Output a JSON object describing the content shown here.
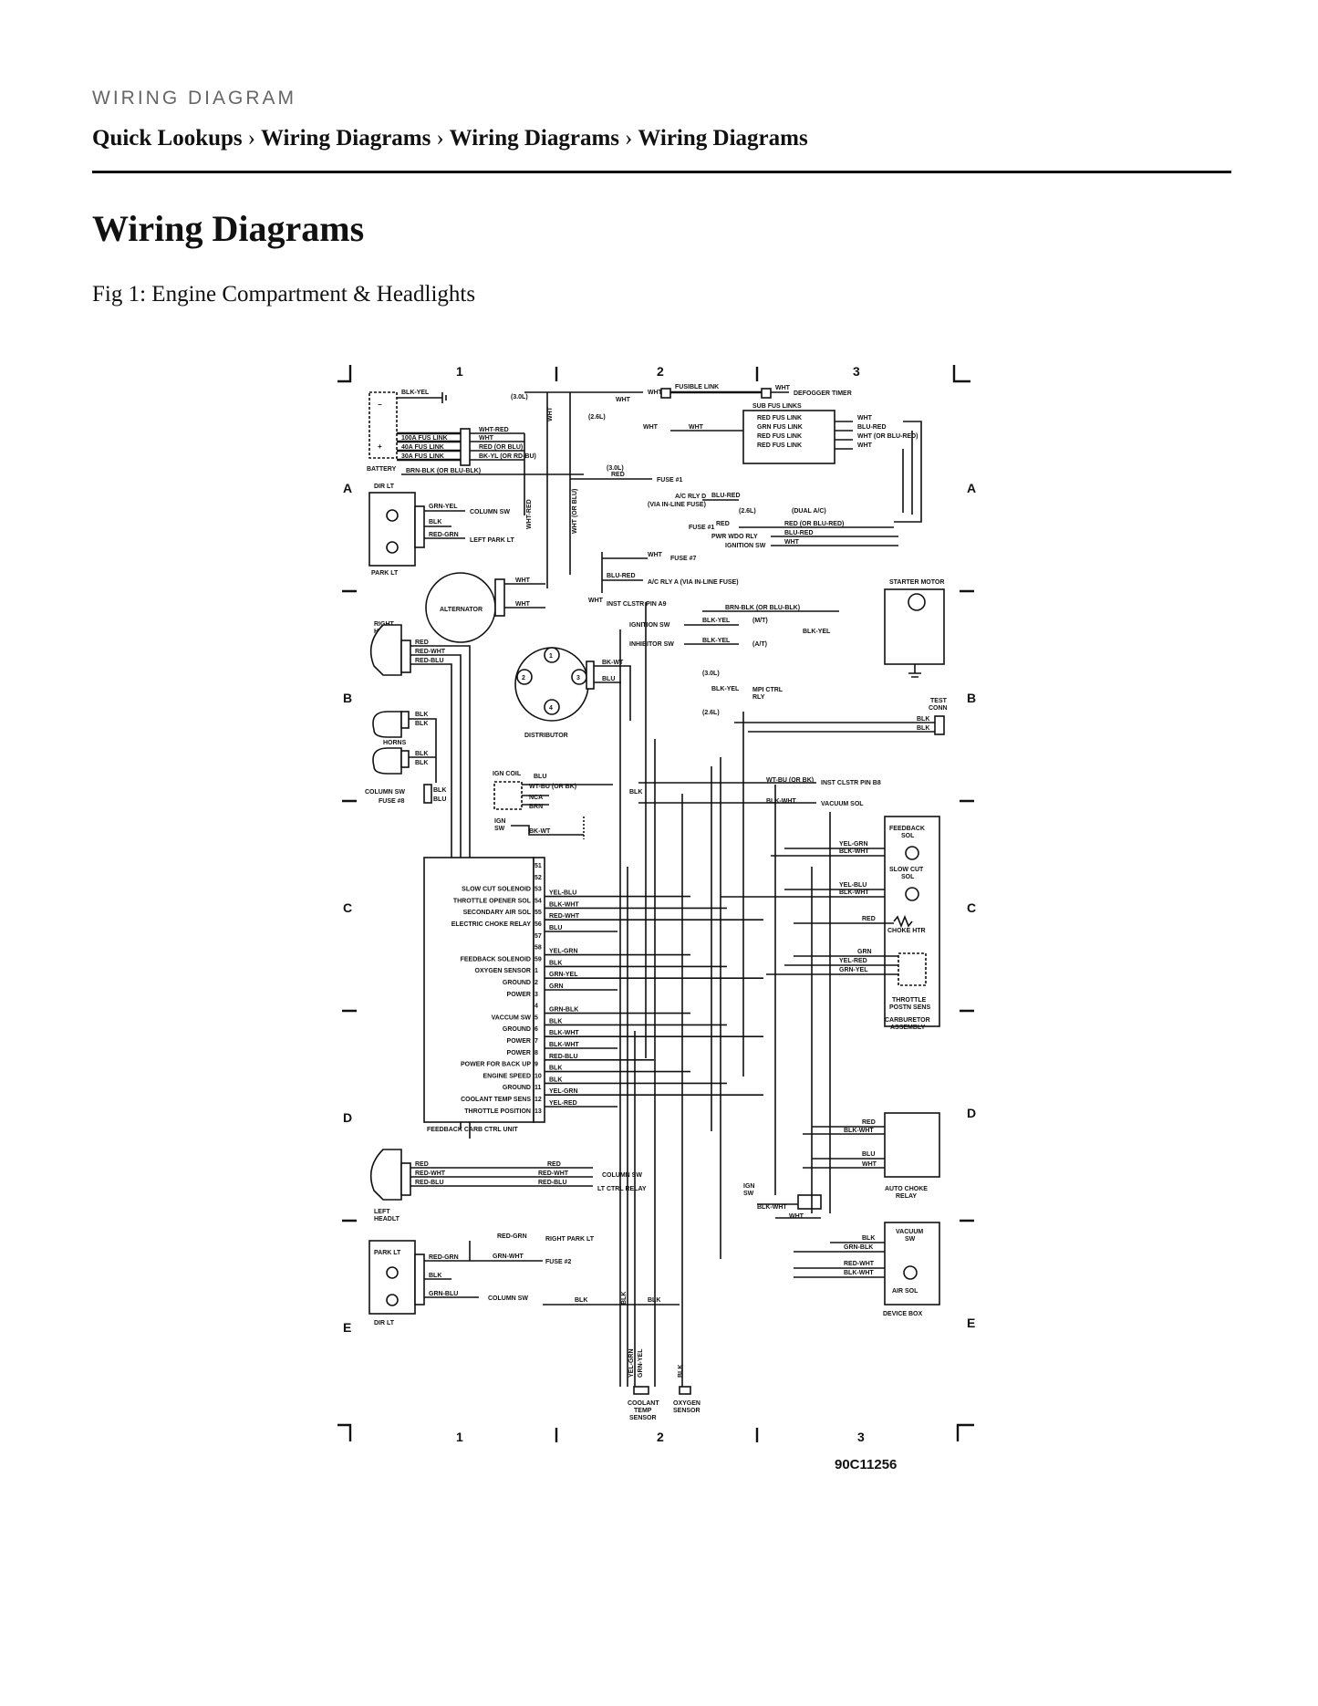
{
  "header": {
    "kicker": "WIRING DIAGRAM",
    "breadcrumb": [
      "Quick Lookups",
      "Wiring Diagrams",
      "Wiring Diagrams",
      "Wiring Diagrams"
    ],
    "separator": "›"
  },
  "page": {
    "title": "Wiring Diagrams",
    "figure_caption": "Fig 1: Engine Compartment & Headlights"
  },
  "diagram": {
    "figure_code": "90C11256",
    "columns": [
      "1",
      "2",
      "3"
    ],
    "rows": [
      "A",
      "B",
      "C",
      "D",
      "E"
    ],
    "components": {
      "battery": "BATTERY",
      "dir_lt": "DIR LT",
      "park_lt": "PARK LT",
      "alternator": "ALTERNATOR",
      "right_headlt": "RIGHT HEADLT",
      "horns": "HORNS",
      "distributor": "DISTRIBUTOR",
      "ign_coil": "IGN COIL",
      "ign_sw": "IGN SW",
      "starter_motor": "STARTER MOTOR",
      "test_conn": "TEST CONN",
      "feedback_sol": "FEEDBACK SOL",
      "slow_cut_sol": "SLOW CUT SOL",
      "choke_htr": "CHOKE HTR",
      "throttle_posn_sens": "THROTTLE POSTN SENS",
      "carburetor_assembly": "CARBURETOR ASSEMBLY",
      "feedback_carb_ctrl_unit": "FEEDBACK CARB CTRL UNIT",
      "auto_choke_relay": "AUTO CHOKE RELAY",
      "left_headlt": "LEFT HEADLT",
      "vacuum_sw": "VACUUM SW",
      "air_sol": "AIR SOL",
      "device_box": "DEVICE BOX",
      "coolant_temp_sensor": "COOLANT TEMP SENSOR",
      "oxygen_sensor": "OXYGEN SENSOR",
      "sub_fus_links": "SUB FUS LINKS",
      "fusible_link": "FUSIBLE LINK",
      "defogger_timer": "DEFOGGER TIMER"
    },
    "fuse_links": [
      "100A FUS LINK",
      "40A FUS LINK",
      "30A FUS LINK"
    ],
    "sub_links": [
      "RED FUS LINK",
      "GRN FUS LINK",
      "RED FUS LINK",
      "RED FUS LINK"
    ],
    "ecu_pins": [
      {
        "pin": "51",
        "label": "",
        "wire": ""
      },
      {
        "pin": "52",
        "label": "",
        "wire": ""
      },
      {
        "pin": "53",
        "label": "SLOW CUT SOLENOID",
        "wire": "YEL-BLU"
      },
      {
        "pin": "54",
        "label": "THROTTLE OPENER SOL",
        "wire": "BLK-WHT"
      },
      {
        "pin": "55",
        "label": "SECONDARY AIR SOL",
        "wire": "RED-WHT"
      },
      {
        "pin": "56",
        "label": "ELECTRIC CHOKE RELAY",
        "wire": "BLU"
      },
      {
        "pin": "57",
        "label": "",
        "wire": ""
      },
      {
        "pin": "58",
        "label": "",
        "wire": "YEL-GRN"
      },
      {
        "pin": "59",
        "label": "FEEDBACK SOLENOID",
        "wire": "BLK"
      },
      {
        "pin": "1",
        "label": "OXYGEN SENSOR",
        "wire": "GRN-YEL"
      },
      {
        "pin": "2",
        "label": "GROUND",
        "wire": "GRN"
      },
      {
        "pin": "3",
        "label": "POWER",
        "wire": ""
      },
      {
        "pin": "4",
        "label": "",
        "wire": "GRN-BLK"
      },
      {
        "pin": "5",
        "label": "VACCUM SW",
        "wire": "BLK"
      },
      {
        "pin": "6",
        "label": "GROUND",
        "wire": "BLK-WHT"
      },
      {
        "pin": "7",
        "label": "POWER",
        "wire": "BLK-WHT"
      },
      {
        "pin": "8",
        "label": "POWER",
        "wire": "RED-BLU"
      },
      {
        "pin": "9",
        "label": "POWER FOR BACK UP",
        "wire": "BLK"
      },
      {
        "pin": "10",
        "label": "ENGINE SPEED",
        "wire": "BLK"
      },
      {
        "pin": "11",
        "label": "GROUND",
        "wire": "YEL-GRN"
      },
      {
        "pin": "12",
        "label": "COOLANT TEMP SENS",
        "wire": "YEL-RED"
      },
      {
        "pin": "13",
        "label": "THROTTLE POSITION",
        "wire": ""
      }
    ],
    "labels": {
      "blk_yel": "BLK-YEL",
      "wht_red": "WHT-RED",
      "wht": "WHT",
      "red_or_blu": "RED (OR BLU)",
      "bk_yl": "BK-YL (OR RD-BU)",
      "brn_blk": "BRN-BLK (OR BLU-BLK)",
      "l30": "(3.0L)",
      "l26": "(2.6L)",
      "fuse1": "FUSE #1",
      "fuse7": "FUSE #7",
      "fuse2": "FUSE #2",
      "fuse8": "FUSE #8",
      "ac_rly_d": "A/C RLY D",
      "via_inline": "(VIA IN-LINE FUSE)",
      "ac_rly_a": "A/C RLY A (VIA IN-LINE FUSE)",
      "dual_ac": "(DUAL A/C)",
      "pwr_wdo": "PWR WDO RLY",
      "ignition_sw": "IGNITION SW",
      "inhibitor_sw": "INHIBITOR SW",
      "inst_a9": "INST CLSTR PIN A9",
      "inst_b8": "INST CLSTR PIN B8",
      "mpi_ctrl": "MPI CTRL RLY",
      "vacuum_sol": "VACUUM SOL",
      "column_sw": "COLUMN SW",
      "left_park": "LEFT PARK LT",
      "right_park": "RIGHT PARK LT",
      "lt_ctrl": "LT CTRL RELAY",
      "mt": "(M/T)",
      "at": "(A/T)",
      "blu_red": "BLU-RED",
      "red_or_blu_red": "RED (OR BLU-RED)",
      "wht_or_blu_red": "WHT (OR BLU-RED)",
      "grn_yel": "GRN-YEL",
      "blk": "BLK",
      "red_grn": "RED-GRN",
      "red": "RED",
      "red_wht": "RED-WHT",
      "red_blu": "RED-BLU",
      "bk_wt": "BK-WT",
      "blu": "BLU",
      "wt_bu": "WT-BU (OR BK)",
      "nca": "NCA",
      "brn": "BRN",
      "yel_grn": "YEL-GRN",
      "blk_wht": "BLK-WHT",
      "yel_blu": "YEL-BLU",
      "yel_red": "YEL-RED",
      "grn": "GRN",
      "grn_wht": "GRN-WHT",
      "grn_blu": "GRN-BLU",
      "grn_blk": "GRN-BLK",
      "wht_or_blu": "WHT (OR BLU)"
    }
  }
}
